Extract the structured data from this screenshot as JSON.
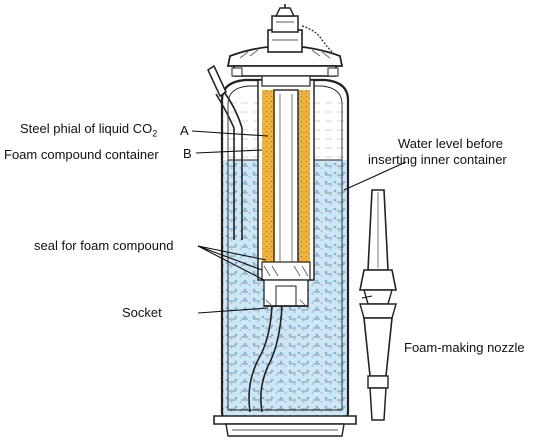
{
  "labels": {
    "steel_phial_prefix": "Steel phial of liquid CO",
    "steel_phial_sub": "2",
    "marker_a": "A",
    "foam_container": "Foam compound container",
    "marker_b": "B",
    "water_level_line1": "Water level before",
    "water_level_line2": "inserting inner container",
    "seal": "seal for foam compound",
    "socket": "Socket",
    "nozzle": "Foam-making nozzle"
  },
  "colors": {
    "outline": "#222222",
    "water_fill": "#a8d4ec",
    "water_dots": "#6fb3dc",
    "foam_compound": "#e8a52a",
    "hatch": "#555555"
  }
}
